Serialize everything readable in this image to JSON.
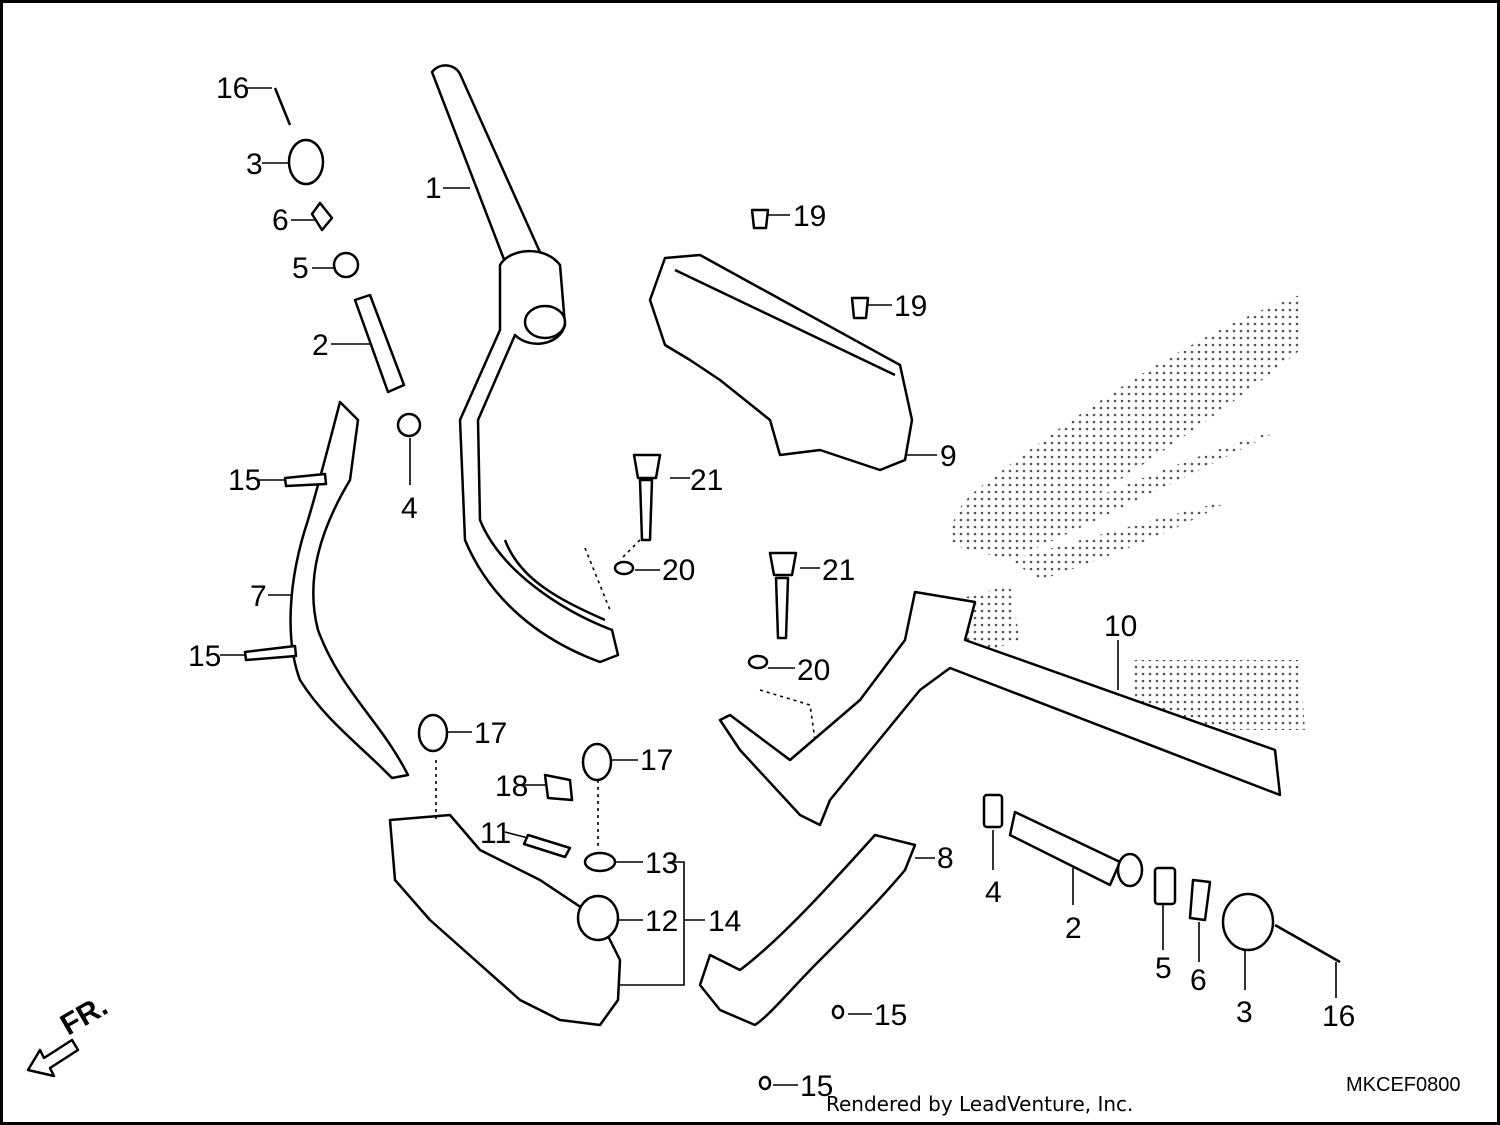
{
  "diagram": {
    "callouts": {
      "c1": "1",
      "c2a": "2",
      "c2b": "2",
      "c3a": "3",
      "c3b": "3",
      "c4a": "4",
      "c4b": "4",
      "c5a": "5",
      "c5b": "5",
      "c6a": "6",
      "c6b": "6",
      "c7": "7",
      "c8": "8",
      "c9": "9",
      "c10": "10",
      "c11": "11",
      "c12": "12",
      "c13": "13",
      "c14": "14",
      "c15a": "15",
      "c15b": "15",
      "c15c": "15",
      "c15d": "15",
      "c16a": "16",
      "c16b": "16",
      "c17a": "17",
      "c17b": "17",
      "c18": "18",
      "c19a": "19",
      "c19b": "19",
      "c20a": "20",
      "c20b": "20",
      "c21a": "21",
      "c21b": "21"
    },
    "direction_label": "FR.",
    "code": "MKCEF0800"
  },
  "footer": {
    "credit": "Rendered by LeadVenture, Inc."
  }
}
